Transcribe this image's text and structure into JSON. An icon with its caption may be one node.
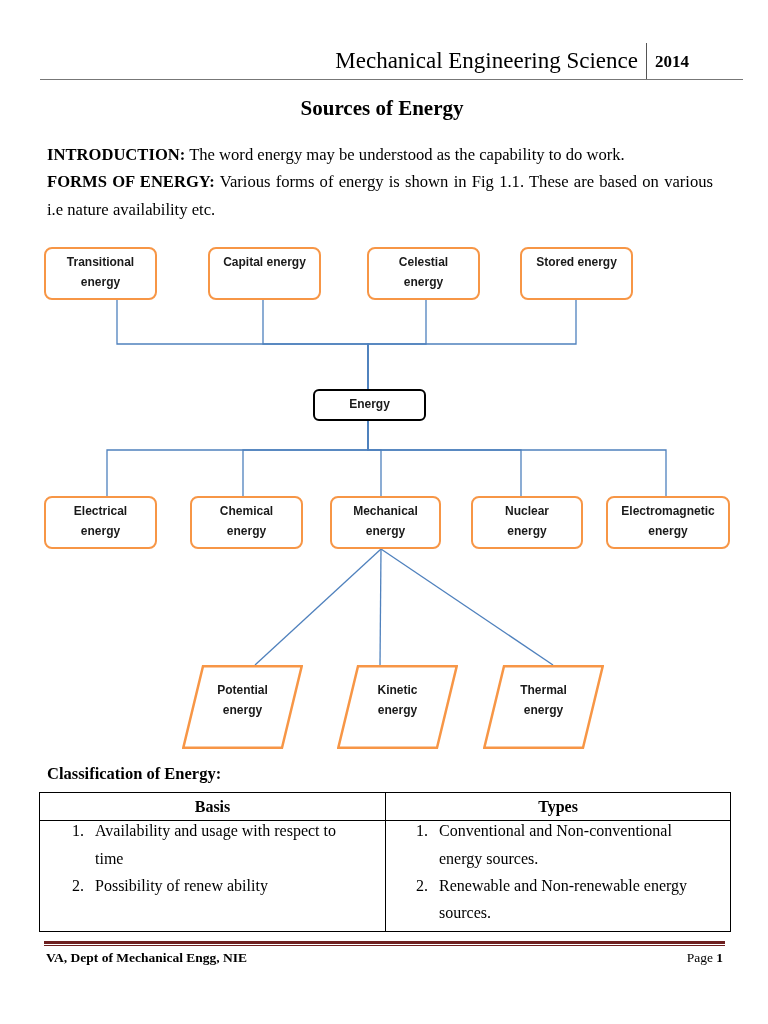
{
  "diagram": {
    "title": "Sources of Energy",
    "nodes": [
      {
        "text": [
          "Transitional energy"
        ]
      },
      {
        "text": [
          "Capital energy"
        ]
      },
      {
        "text": [
          "Celestial energy"
        ]
      },
      {
        "text": [
          "Stored energy"
        ]
      },
      {
        "text": [
          "Energy"
        ]
      },
      {
        "text": [
          "Electrical energy"
        ]
      },
      {
        "text": [
          "Chemical energy"
        ]
      },
      {
        "text": [
          "Mechanical energy"
        ]
      },
      {
        "text": [
          "Nuclear energy"
        ]
      },
      {
        "text": [
          "Electromagnetic energy"
        ]
      },
      {
        "text": [
          "Potential energy"
        ]
      },
      {
        "text": [
          "Kinetic energy"
        ]
      },
      {
        "text": [
          "Thermal energy"
        ]
      }
    ],
    "edges": [
      {
        "from": 0,
        "to": 4,
        "arrow": "none"
      },
      {
        "from": 1,
        "to": 4,
        "arrow": "none"
      },
      {
        "from": 2,
        "to": 4,
        "arrow": "none"
      },
      {
        "from": 3,
        "to": 4,
        "arrow": "none"
      },
      {
        "from": 4,
        "to": 5,
        "arrow": "none"
      },
      {
        "from": 4,
        "to": 6,
        "arrow": "none"
      },
      {
        "from": 4,
        "to": 7,
        "arrow": "none"
      },
      {
        "from": 4,
        "to": 8,
        "arrow": "none"
      },
      {
        "from": 4,
        "to": 9,
        "arrow": "none"
      },
      {
        "from": 7,
        "to": 10,
        "arrow": "none"
      },
      {
        "from": 7,
        "to": 11,
        "arrow": "none"
      },
      {
        "from": 7,
        "to": 12,
        "arrow": "none"
      }
    ],
    "labels": [
      "Mechanical Engineering Science",
      "2014",
      "**INTRODUCTION:** The word energy may be understood as the capability to do work.",
      "**FORMS OF ENERGY:** Various forms of energy is shown in Fig 1.1. These are based on various i.e nature availability etc.",
      "Classification of Energy:",
      "Basis",
      "Types",
      "1. Availability and usage with respect to time",
      "2. Possibility of renew ability",
      "1. Conventional and Non-conventional energy sources.",
      "2. Renewable and Non-renewable energy sources.",
      "VA, Dept of Mechanical Engg, NIE",
      "Page **1**"
    ]
  }
}
